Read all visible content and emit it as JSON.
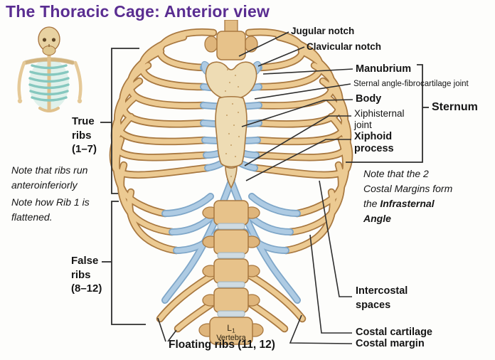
{
  "title": "The Thoracic Cage: Anterior view",
  "labels": {
    "jugular_notch": "Jugular notch",
    "clavicular_notch": "Clavicular notch",
    "manubrium": "Manubrium",
    "sternal_angle": "Sternal angle-fibrocartilage joint",
    "body": "Body",
    "xiphisternal_1": "Xiphisternal",
    "xiphisternal_2": "joint",
    "xiphoid_1": "Xiphoid",
    "xiphoid_2": "process",
    "sternum": "Sternum",
    "true_ribs_1": "True",
    "true_ribs_2": "ribs",
    "true_ribs_3": "(1–7)",
    "false_ribs_1": "False",
    "false_ribs_2": "ribs",
    "false_ribs_3": "(8–12)",
    "floating_ribs": "Floating ribs (11, 12)",
    "intercostal_1": "Intercostal",
    "intercostal_2": "spaces",
    "costal_cartilage": "Costal cartilage",
    "costal_margin": "Costal margin",
    "l1_main": "L",
    "l1_sub": "1",
    "l1_word": "Vertebra"
  },
  "notes": {
    "ribs_run_1": "Note that ribs run",
    "ribs_run_2": "anteroinferiorly",
    "rib1_flat_1": "Note how Rib 1 is",
    "rib1_flat_2": "flattened.",
    "infrasternal_1": "Note that the 2",
    "infrasternal_2": "Costal Margins form",
    "infrasternal_3a": "the ",
    "infrasternal_3b": "Infrasternal",
    "infrasternal_4": "Angle"
  },
  "colors": {
    "title_purple": "#5a2d91",
    "bone_fill": "#ecca92",
    "bone_outline": "#a87840",
    "sternum_fill": "#eedcb4",
    "cartilage_fill": "#aecbe3",
    "cartilage_outline": "#7ea6c8",
    "leader_line": "#2e2e2e",
    "background": "#fdfdfb",
    "inset_rib_teal": "#86c8bf"
  }
}
